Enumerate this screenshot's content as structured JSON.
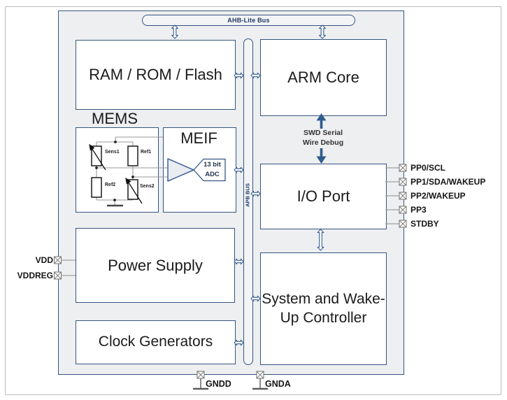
{
  "chip": {
    "buses": {
      "ahb_label": "AHB-Lite Bus",
      "apb_label": "APB BUS"
    },
    "blocks": {
      "ram": {
        "label": "RAM / ROM / Flash"
      },
      "arm": {
        "label": "ARM Core"
      },
      "mems": {
        "label": "MEMS",
        "bridge": {
          "sens1": "Sens1",
          "ref1": "Ref1",
          "ref2": "Ref2",
          "sens2": "Sens2"
        }
      },
      "meif": {
        "label": "MEIF",
        "adc": {
          "line1": "13 bit",
          "line2": "ADC"
        }
      },
      "io_port": {
        "label": "I/O Port"
      },
      "power": {
        "label": "Power Supply"
      },
      "system": {
        "line1": "System and Wake-",
        "line2": "Up Controller"
      },
      "clock": {
        "label": "Clock Generators"
      }
    },
    "swd": {
      "line1": "SWD Serial",
      "line2": "Wire Debug"
    }
  },
  "pins": {
    "right": [
      {
        "label": "PP0/SCL"
      },
      {
        "label": "PP1/SDA/WAKEUP"
      },
      {
        "label": "PP2/WAKEUP"
      },
      {
        "label": "PP3"
      },
      {
        "label": "STDBY"
      }
    ],
    "left": [
      {
        "label": "VDD"
      },
      {
        "label": "VDDREG"
      }
    ],
    "bottom": [
      {
        "label": "GNDD"
      },
      {
        "label": "GNDA"
      }
    ]
  },
  "colors": {
    "outline_navy": "#33557f",
    "bus_text_navy": "#1f3864",
    "swd_arrow_blue": "#2e5c8e",
    "chip_background": "#eeeff1",
    "circuit_line_gray": "#9a9a9a",
    "pin_gray": "#7a7a7a",
    "block_text": "#1b1b1b"
  }
}
